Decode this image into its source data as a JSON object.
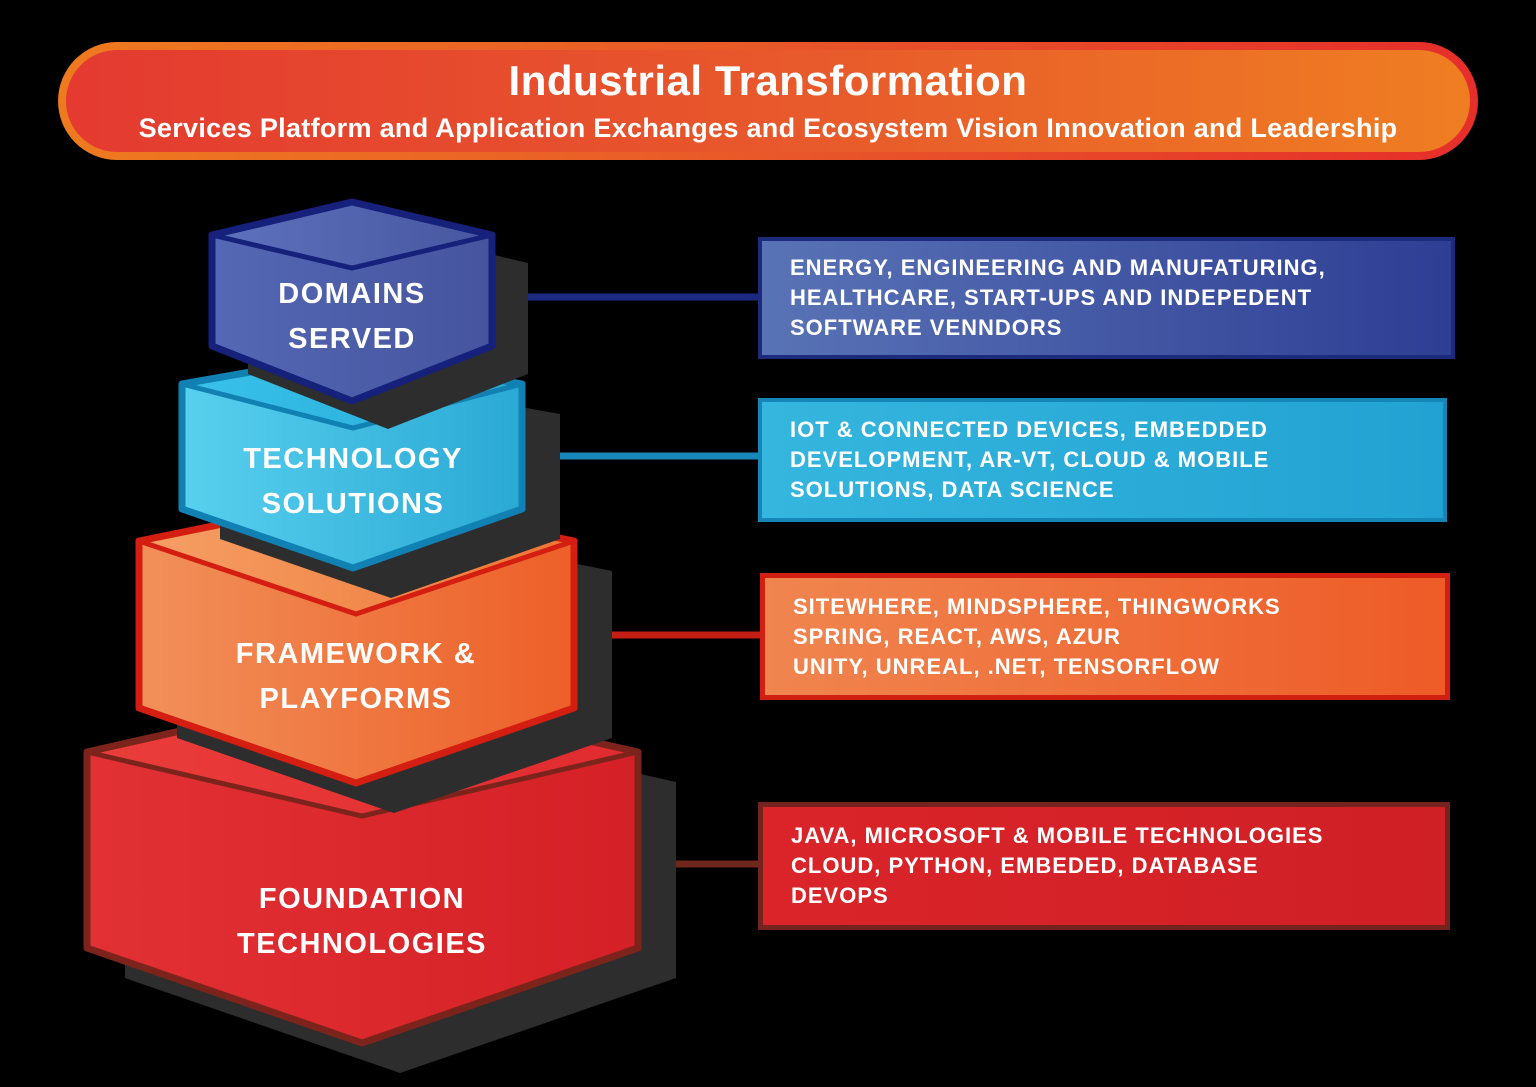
{
  "background_color": "#000000",
  "header": {
    "title": "Industrial Transformation",
    "subtitle": "Services Platform and Application Exchanges and Ecosystem Vision Innovation and Leadership",
    "fill_gradient": [
      "#e43a30",
      "#ef7e22"
    ],
    "border_gradient": [
      "#ee7a1f",
      "#e62e2a"
    ],
    "text_color": "#ffffff"
  },
  "layers": [
    {
      "name": "Domains Served",
      "label_lines": [
        "DOMAINS",
        "SERVED"
      ],
      "color": "#4c5fae",
      "border_color": "#15217b",
      "connector_color": "#1b2a80",
      "box": {
        "lines": [
          "ENERGY, ENGINEERING AND MANUFATURING,",
          "HEALTHCARE, START-UPS AND INDEPEDENT",
          "SOFTWARE VENNDORS"
        ],
        "fill_gradient": [
          "#5973b6",
          "#2e3e94"
        ],
        "border_color": "#1d2b7d"
      }
    },
    {
      "name": "Technology Solutions",
      "label_lines": [
        "TECHNOLOGY",
        "SOLUTIONS"
      ],
      "color": "#35b8e2",
      "border_color": "#1180b2",
      "connector_color": "#1a85b8",
      "box": {
        "lines": [
          "IOT & CONNECTED DEVICES, EMBEDDED",
          "DEVELOPMENT, AR-VT, CLOUD & MOBILE",
          "SOLUTIONS, DATA SCIENCE"
        ],
        "fill_gradient": [
          "#35b6de",
          "#21a2d2"
        ],
        "border_color": "#1486b8"
      }
    },
    {
      "name": "Framework & Playforms",
      "label_lines": [
        "FRAMEWORK &",
        "PLAYFORMS"
      ],
      "color": "#f07440",
      "border_color": "#d41e11",
      "connector_color": "#c41e14",
      "box": {
        "lines": [
          "SITEWHERE, MINDSPHERE, THINGWORKS",
          "SPRING, REACT, AWS, AZUR",
          "UNITY, UNREAL, .NET, TENSORFLOW"
        ],
        "fill_gradient": [
          "#f0854f",
          "#ee5b27"
        ],
        "border_color": "#d11f12"
      }
    },
    {
      "name": "Foundation Technologies",
      "label_lines": [
        "FOUNDATION",
        "TECHNOLOGIES"
      ],
      "color": "#d8232b",
      "border_color": "#7c241c",
      "connector_color": "#6e261d",
      "box": {
        "lines": [
          "JAVA, MICROSOFT & MOBILE TECHNOLOGIES",
          "CLOUD, PYTHON, EMBEDED, DATABASE",
          "DEVOPS"
        ],
        "fill_gradient": [
          "#da2429",
          "#cf2026"
        ],
        "border_color": "#74241c"
      }
    }
  ]
}
